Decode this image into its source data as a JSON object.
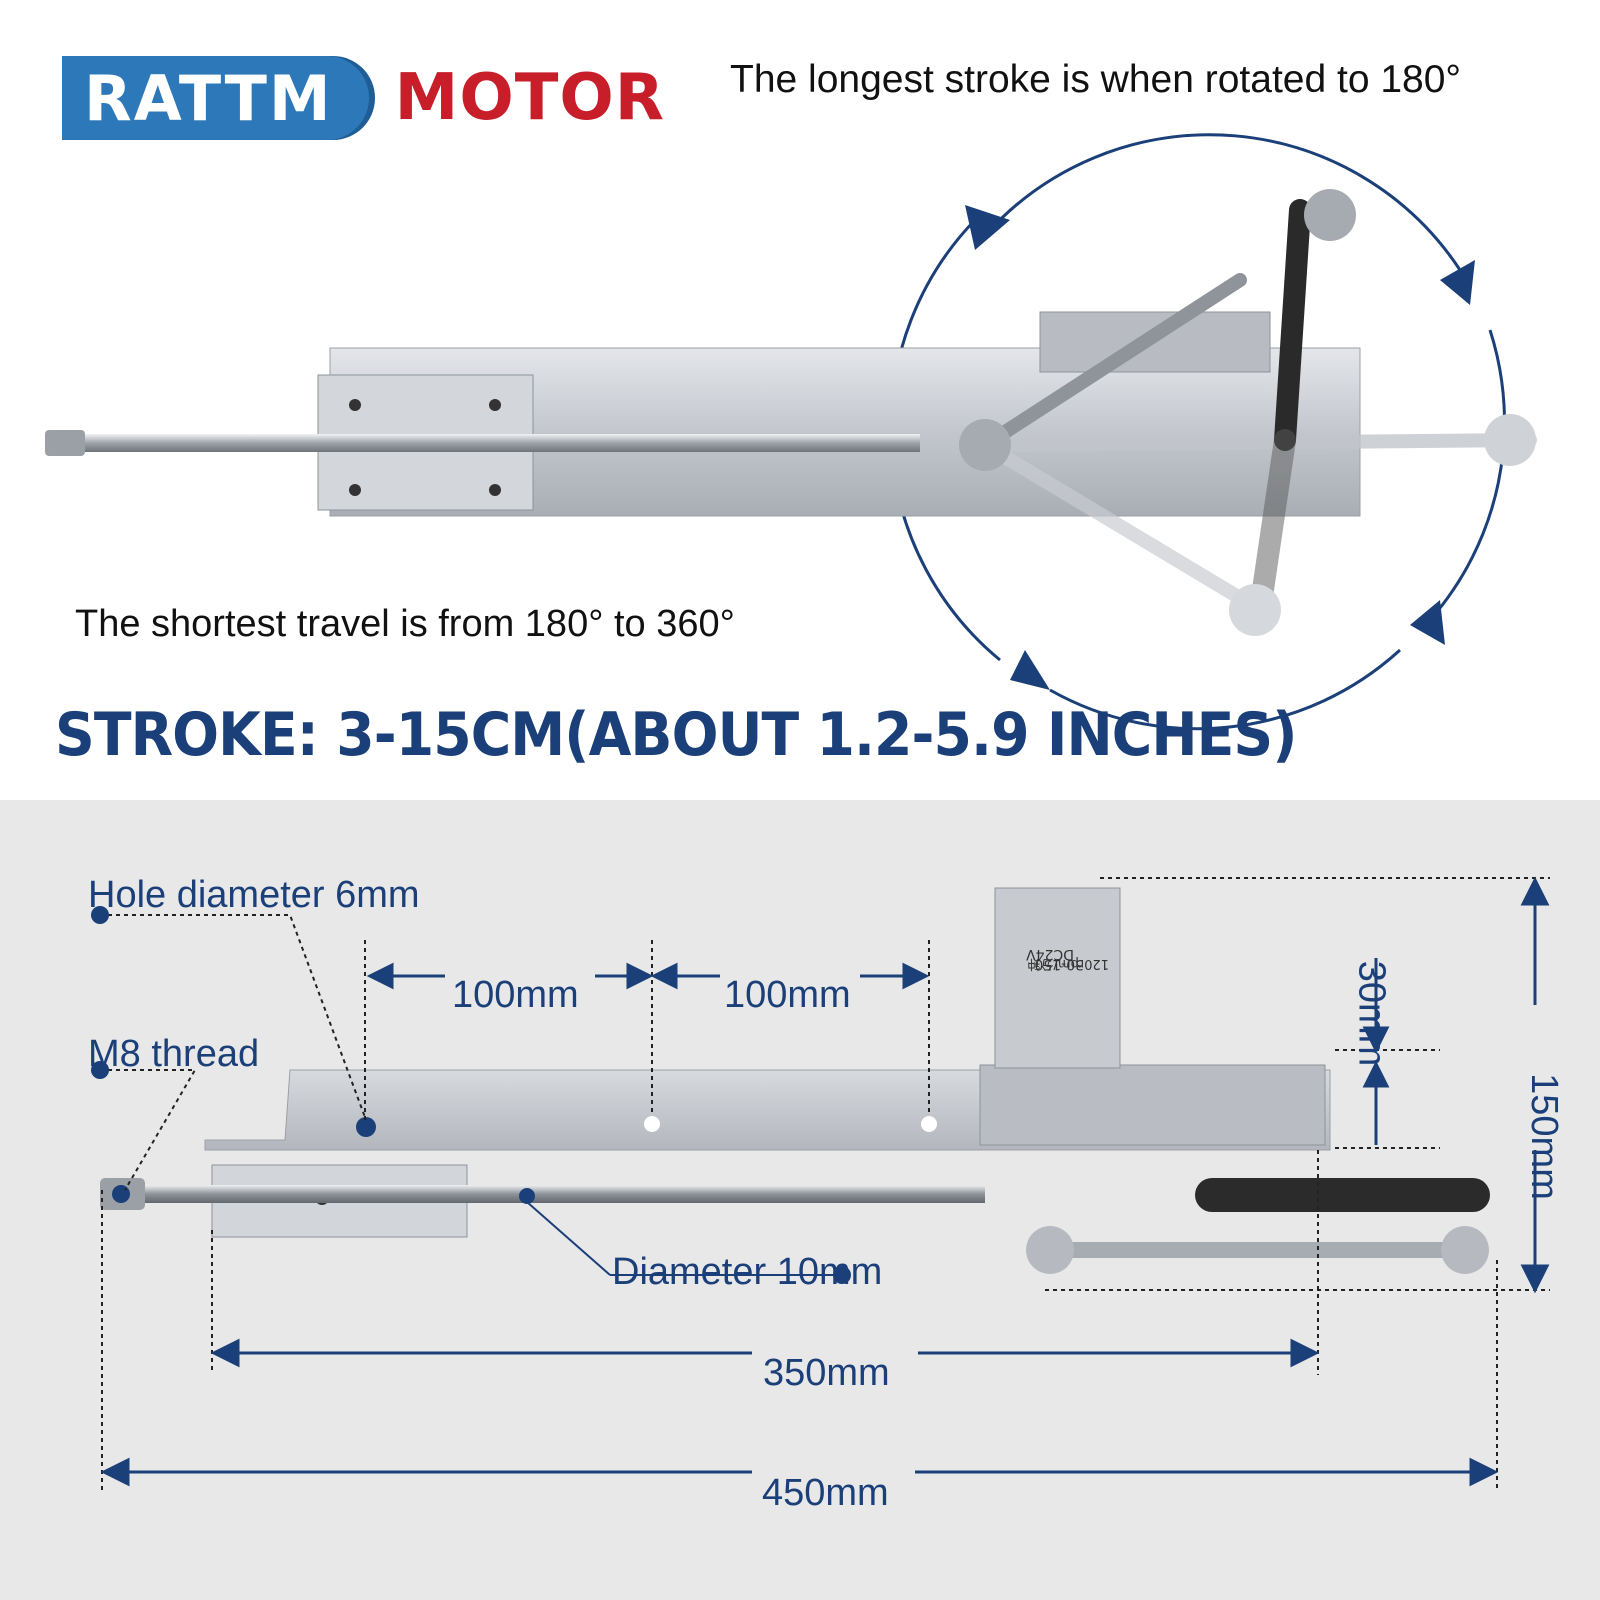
{
  "brand": {
    "logo_left": "RATTM",
    "logo_right": "MOTOR"
  },
  "captions": {
    "longest": "The longest stroke is when rotated to 180°",
    "shortest": "The shortest travel is from 180° to 360°",
    "stroke": "STROKE: 3-15CM(ABOUT 1.2-5.9 INCHES)"
  },
  "dimensions": {
    "hole": "Hole diameter 6mm",
    "thread": "M8 thread",
    "spacing_1": "100mm",
    "spacing_2": "100mm",
    "diameter": "Diameter 10mm",
    "length_350": "350mm",
    "length_450": "450mm",
    "height_30": "30mm",
    "height_150": "150mm"
  },
  "motor_label": {
    "voltage": "DC24V",
    "model": "30-150",
    "speed": "120rpm/分钟"
  },
  "colors": {
    "navy": "#1b3f78",
    "blue": "#2d78b8",
    "red": "#c81e2a",
    "lower_bg": "#e8e8e8"
  }
}
